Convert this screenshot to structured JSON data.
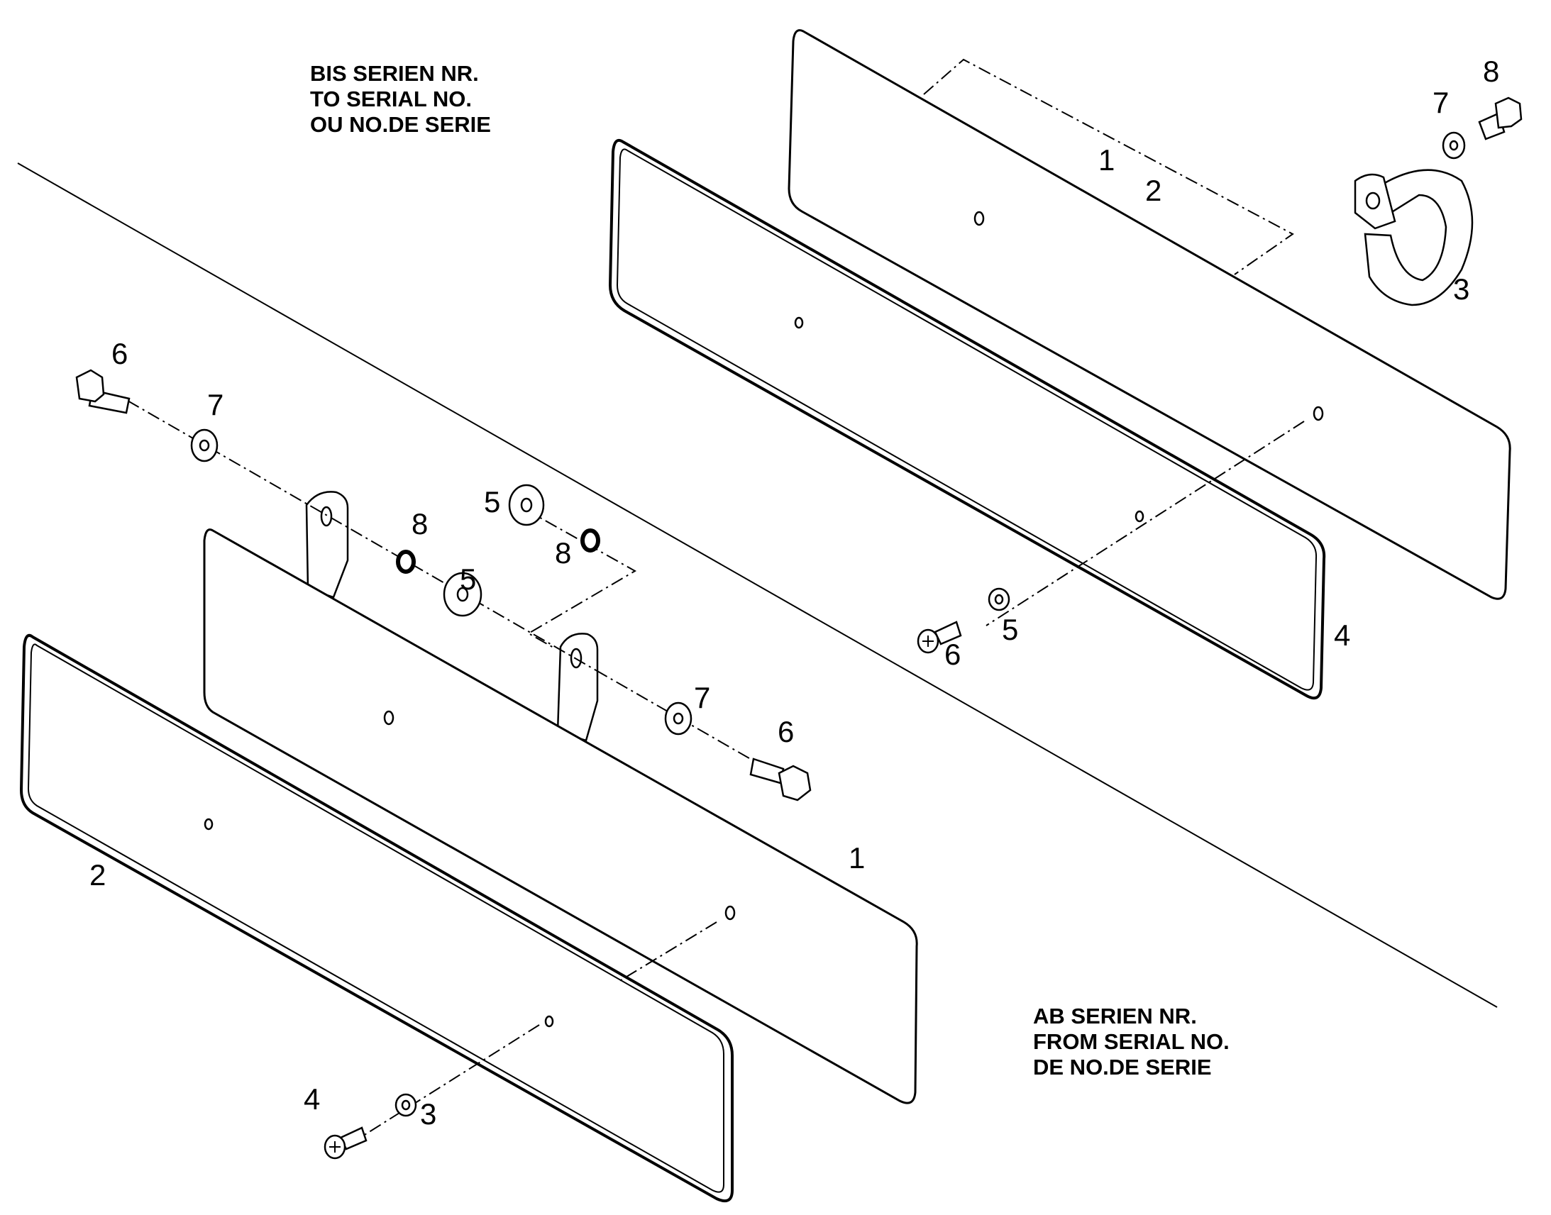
{
  "notes": {
    "before_serial": [
      "BIS SERIEN NR.",
      "TO SERIAL NO.",
      "OU NO.DE SERIE"
    ],
    "from_serial": [
      "AB SERIEN NR.",
      "FROM SERIAL NO.",
      "DE NO.DE SERIE"
    ]
  },
  "callouts": {
    "upper": {
      "plate": "1",
      "frame": "2",
      "clamp": "3",
      "frame_right": "4",
      "washer_small": "5",
      "screw": "6",
      "washer_top": "7",
      "bolt_top": "8"
    },
    "lower": {
      "bolt_left": "6",
      "washer_left": "7",
      "oring_left": "8",
      "spacer_left": "5",
      "spacer_top": "5",
      "oring_mid": "8",
      "washer_right": "7",
      "bolt_right": "6",
      "plate": "1",
      "frame": "2",
      "washer_small": "3",
      "screw": "4"
    }
  }
}
